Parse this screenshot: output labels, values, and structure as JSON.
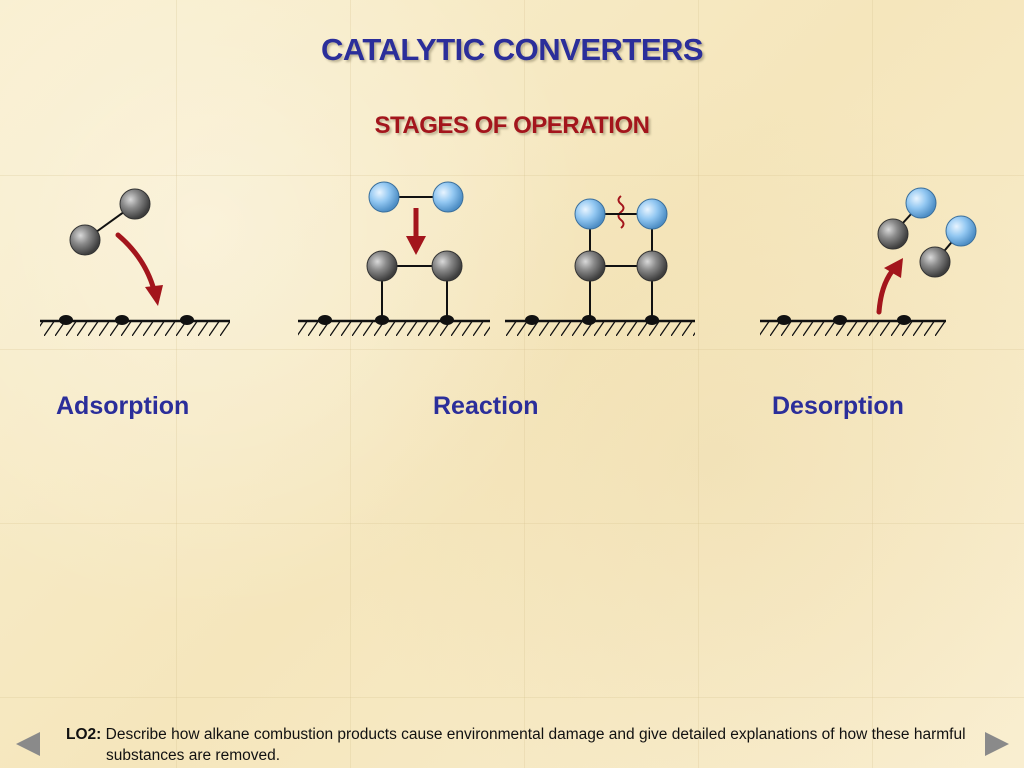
{
  "slide": {
    "title": "CATALYTIC CONVERTERS",
    "subtitle": "STAGES OF OPERATION"
  },
  "stages": [
    {
      "label": "Adsorption"
    },
    {
      "label": "Reaction"
    },
    {
      "label": "Desorption"
    }
  ],
  "footer": {
    "lo_label": "LO2:",
    "lo_text": "Describe how alkane combustion products cause environmental damage and give detailed explanations of how these harmful substances are removed."
  },
  "navigation": {
    "prev_icon": "left-triangle-arrow-icon",
    "next_icon": "right-triangle-arrow-icon"
  },
  "colors": {
    "title": "#2b2e9a",
    "subtitle": "#a3151c",
    "arrow": "#a3151c",
    "grey_atom": "#6f6f6f",
    "blue_atom": "#8cc4f2",
    "surface": "#111111"
  }
}
